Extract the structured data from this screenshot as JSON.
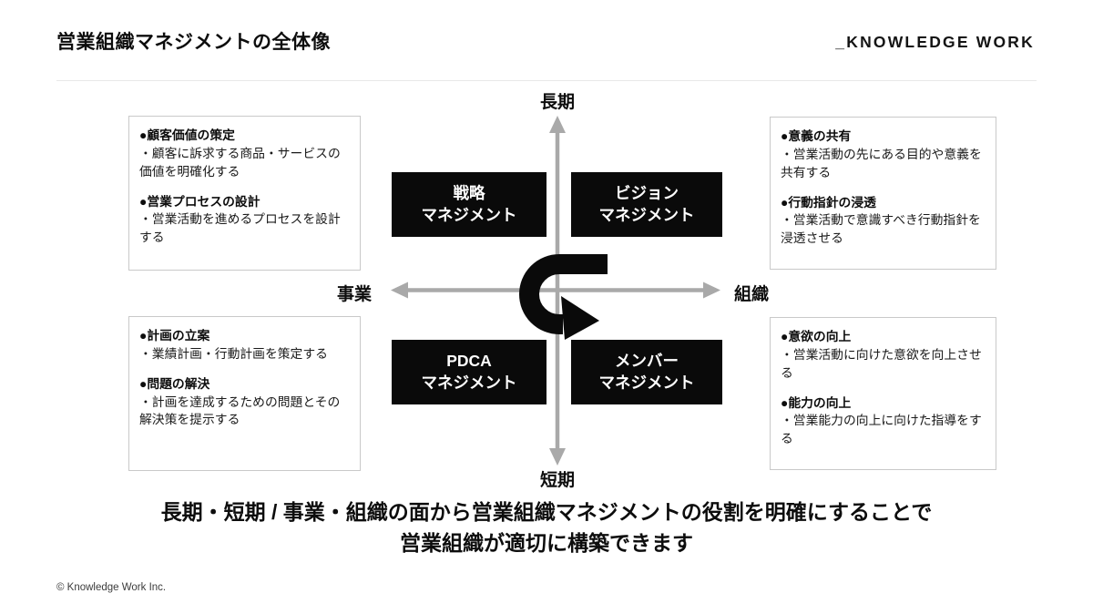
{
  "header": {
    "title": "営業組織マネジメントの全体像",
    "logo": "_KNOWLEDGE WORK"
  },
  "axes": {
    "top": "長期",
    "bottom": "短期",
    "left": "事業",
    "right": "組織"
  },
  "quadrants": [
    {
      "line1": "戦略",
      "line2": "マネジメント"
    },
    {
      "line1": "ビジョン",
      "line2": "マネジメント"
    },
    {
      "line1": "PDCA",
      "line2": "マネジメント"
    },
    {
      "line1": "メンバー",
      "line2": "マネジメント"
    }
  ],
  "details": [
    {
      "position": "top-left",
      "items": [
        {
          "heading": "●顧客価値の策定",
          "body": "・顧客に訴求する商品・サービスの価値を明確化する"
        },
        {
          "heading": "●営業プロセスの設計",
          "body": "・営業活動を進めるプロセスを設計する"
        }
      ]
    },
    {
      "position": "top-right",
      "items": [
        {
          "heading": "●意義の共有",
          "body": "・営業活動の先にある目的や意義を共有する"
        },
        {
          "heading": "●行動指針の浸透",
          "body": "・営業活動で意識すべき行動指針を浸透させる"
        }
      ]
    },
    {
      "position": "bottom-left",
      "items": [
        {
          "heading": "●計画の立案",
          "body": "・業績計画・行動計画を策定する"
        },
        {
          "heading": "●問題の解決",
          "body": "・計画を達成するための問題とその解決策を提示する"
        }
      ]
    },
    {
      "position": "bottom-right",
      "items": [
        {
          "heading": "●意欲の向上",
          "body": "・営業活動に向けた意欲を向上させる"
        },
        {
          "heading": "●能力の向上",
          "body": "・営業能力の向上に向けた指導をする"
        }
      ]
    }
  ],
  "summary": {
    "line1": "長期・短期 / 事業・組織の面から営業組織マネジメントの役割を明確にすることで",
    "line2": "営業組織が適切に構築できます"
  },
  "footer": {
    "copyright": "© Knowledge Work Inc."
  },
  "colors": {
    "axis_gray": "#a9a9a9",
    "cycle_black": "#0a0a0a",
    "quadrant_bg": "#0a0a0a",
    "quadrant_text": "#ffffff",
    "detail_border": "#c9c9c9",
    "divider": "#e8e8e8",
    "text": "#0d0d0d"
  }
}
